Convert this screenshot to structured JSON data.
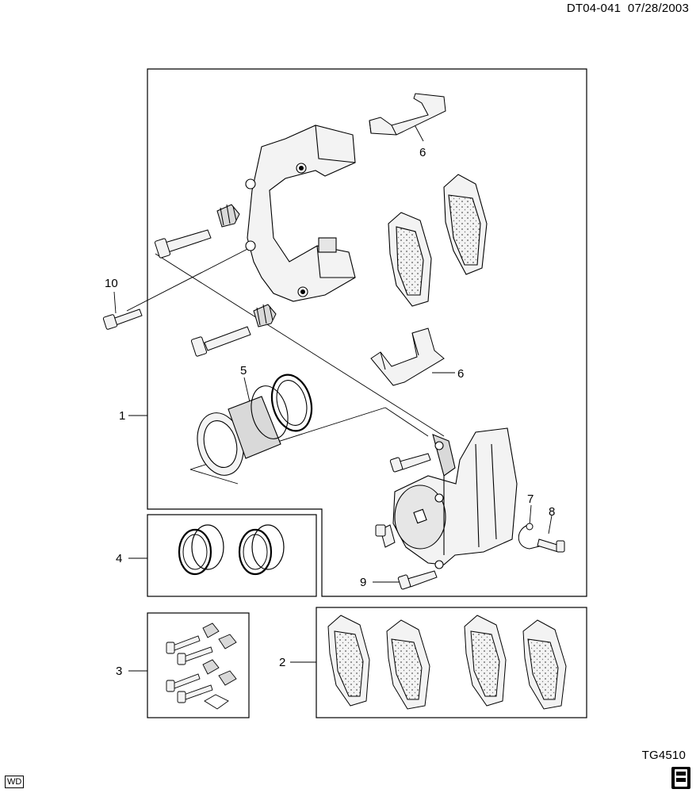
{
  "header": {
    "doc_id": "DT04-041",
    "date": "07/28/2003"
  },
  "footer": {
    "figure_id": "TG4510",
    "badge": "WD",
    "brand_icon": "gm-spo-icon"
  },
  "callouts": {
    "c1": "1",
    "c2": "2",
    "c3": "3",
    "c4": "4",
    "c5": "5",
    "c6a": "6",
    "c6b": "6",
    "c7": "7",
    "c8": "8",
    "c9": "9",
    "c10": "10"
  },
  "colors": {
    "line": "#000000",
    "part_fill": "#f3f3f3",
    "shade": "#d9d9d9",
    "dot": "#555555"
  }
}
